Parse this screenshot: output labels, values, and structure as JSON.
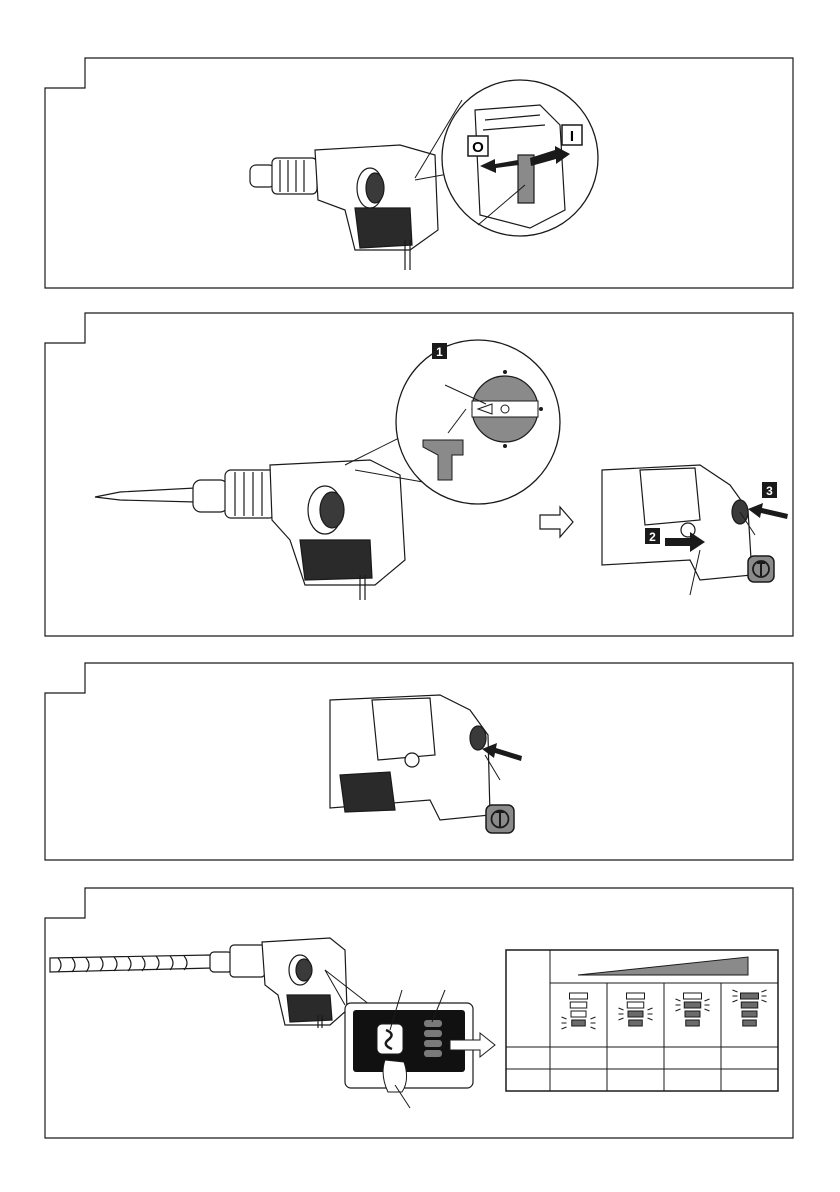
{
  "switch": {
    "off_label": "O",
    "on_label": "I"
  },
  "steps": {
    "step1": "1",
    "step2": "2",
    "step3": "3"
  },
  "icons": {
    "rotation_lock": "rotation-stop-icon",
    "hammer_mode": "hammer-icon",
    "torque_select": "torque-select-icon"
  },
  "indicator_table": {
    "columns": 4,
    "lit_segments": [
      1,
      2,
      3,
      4
    ],
    "total_segments": 4
  },
  "colors": {
    "ink": "#1a1a1a",
    "panel": "#111111",
    "segment_lit": "#6b6b6b",
    "gray_fill": "#8a8a8a"
  }
}
